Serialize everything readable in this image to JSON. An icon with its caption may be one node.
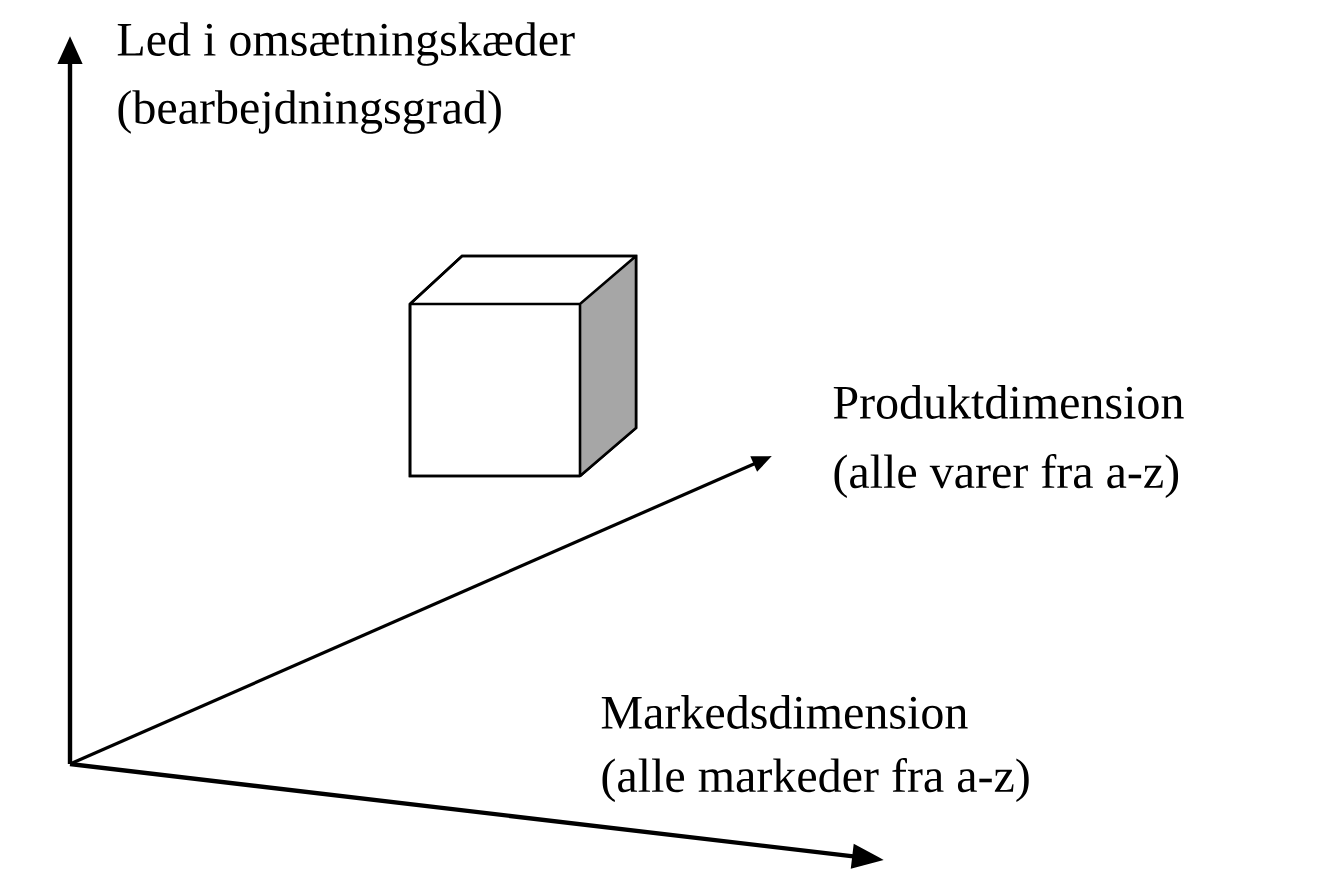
{
  "diagram": {
    "labels": [
      "Led i omsætningskæder",
      "(bearbejdningsgrad)",
      "Produktdimension",
      "(alle varer fra a-z)",
      "Markedsdimension",
      "(alle markeder fra a-z)"
    ]
  }
}
